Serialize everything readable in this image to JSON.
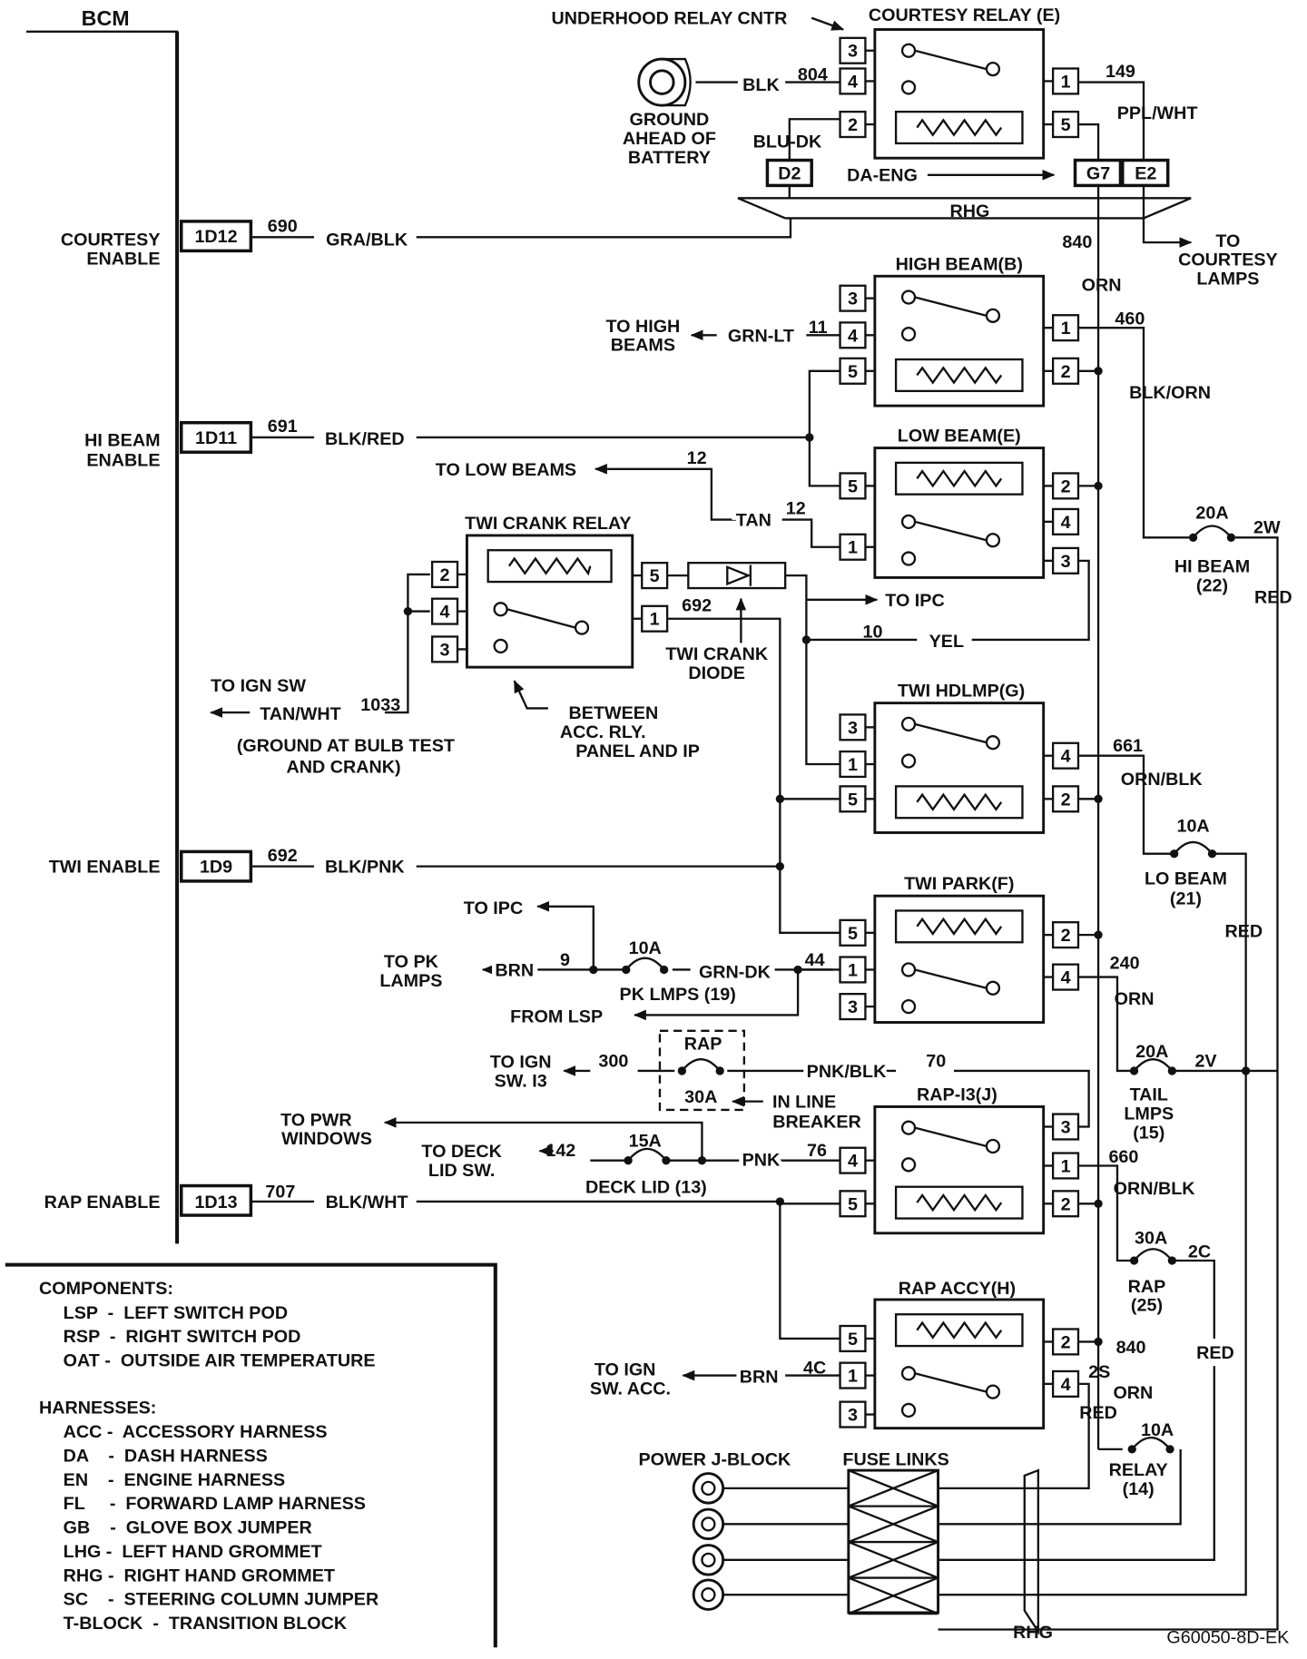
{
  "colors": {
    "ink": "#111111",
    "paper": "#ffffff"
  },
  "diagram_code": "G60050-8D-EK",
  "labels": {
    "bcm": "BCM",
    "underhood": "UNDERHOOD RELAY CNTR",
    "gnd1": "GROUND",
    "gnd2": "AHEAD OF",
    "gnd3": "BATTERY",
    "blk": "BLK",
    "c804": "804",
    "bludk": "BLU-DK",
    "d2": "D2",
    "daeng": "DA-ENG",
    "g7": "G7",
    "e2": "E2",
    "c149": "149",
    "pplwht": "PPL/WHT",
    "rhg_top": "RHG",
    "c840a": "840",
    "orn_a": "ORN",
    "to1": "TO",
    "to2": "COURTESY",
    "to3": "LAMPS",
    "cour1": "COURTESY",
    "cour2": "ENABLE",
    "c1d12": "1D12",
    "c690": "690",
    "grablk": "GRA/BLK",
    "tohigh1": "TO HIGH",
    "tohigh2": "BEAMS",
    "grnlt": "GRN-LT",
    "c11": "11",
    "c460": "460",
    "blkorn": "BLK/ORN",
    "hibeam1": "HI BEAM",
    "hibeam2": "ENABLE",
    "c1d11": "1D11",
    "c691": "691",
    "blkred": "BLK/RED",
    "tolow": "TO LOW BEAMS",
    "c12a": "12",
    "tan": "TAN",
    "c12b": "12",
    "f20a_1": "20A",
    "c2w": "2W",
    "hbfuse1": "HI BEAM",
    "hbfuse2": "(22)",
    "red1": "RED",
    "c692a": "692",
    "toipc1": "TO IPC",
    "c10": "10",
    "yel": "YEL",
    "diode1": "TWI CRANK",
    "diode2": "DIODE",
    "toign1": "TO IGN SW",
    "tanwht": "TAN/WHT",
    "c1033": "1033",
    "between1": "BETWEEN",
    "between2": "ACC. RLY.",
    "between3": "PANEL AND IP",
    "gndbulb1": "(GROUND AT BULB TEST",
    "gndbulb2": "AND CRANK)",
    "c661": "661",
    "ornblk1": "ORN/BLK",
    "f10a_1": "10A",
    "lobeam1": "LO BEAM",
    "lobeam2": "(21)",
    "red2": "RED",
    "twien": "TWI ENABLE",
    "c1d9": "1D9",
    "c692b": "692",
    "blkpnk": "BLK/PNK",
    "toipc2": "TO IPC",
    "topk1": "TO PK",
    "topk2": "LAMPS",
    "brn1": "BRN",
    "c9": "9",
    "f10a_2": "10A",
    "grndk": "GRN-DK",
    "c44": "44",
    "pklmps": "PK LMPS (19)",
    "fromlsp": "FROM LSP",
    "c240": "240",
    "orn_b": "ORN",
    "f20a_2": "20A",
    "c2v": "2V",
    "tail1": "TAIL",
    "tail2": "LMPS",
    "tail3": "(15)",
    "rap": "RAP",
    "f30a_1": "30A",
    "toign2a": "TO IGN",
    "toign2b": "SW. I3",
    "c300": "300",
    "pnkblk": "PNK/BLK",
    "c70": "70",
    "inline1": "IN LINE",
    "inline2": "BREAKER",
    "topwr1": "TO PWR",
    "topwr2": "WINDOWS",
    "todeck1": "TO DECK",
    "todeck2": "LID SW.",
    "c142": "142",
    "f15a": "15A",
    "pnk": "PNK",
    "c76": "76",
    "decklid": "DECK LID (13)",
    "c660": "660",
    "ornblk2": "ORN/BLK",
    "rapen": "RAP ENABLE",
    "c1d13": "1D13",
    "c707": "707",
    "blkwht": "BLK/WHT",
    "f30a_2": "30A",
    "c2c": "2C",
    "rapf1": "RAP",
    "rapf2": "(25)",
    "red3": "RED",
    "c840b": "840",
    "c2s": "2S",
    "orn_c": "ORN",
    "red4": "RED",
    "f10a_3": "10A",
    "relayf1": "RELAY",
    "relayf2": "(14)",
    "toign3a": "TO IGN",
    "toign3b": "SW. ACC.",
    "brn2": "BRN",
    "c4c": "4C",
    "pjblock": "POWER J-BLOCK",
    "fuselinks": "FUSE LINKS",
    "rhg_bot": "RHG"
  },
  "relays": [
    {
      "title": "COURTESY RELAY (E)",
      "pins": [
        "3",
        "4",
        "2",
        "1",
        "5"
      ]
    },
    {
      "title": "HIGH BEAM(B)",
      "pins": [
        "3",
        "4",
        "5",
        "1",
        "2"
      ]
    },
    {
      "title": "LOW BEAM(E)",
      "pins": [
        "5",
        "1",
        "2",
        "4",
        "3"
      ]
    },
    {
      "title": "TWI CRANK RELAY",
      "pins": [
        "2",
        "4",
        "3",
        "5",
        "1"
      ]
    },
    {
      "title": "TWI HDLMP(G)",
      "pins": [
        "3",
        "1",
        "5",
        "4",
        "2"
      ]
    },
    {
      "title": "TWI PARK(F)",
      "pins": [
        "5",
        "1",
        "3",
        "2",
        "4"
      ]
    },
    {
      "title": "RAP-I3(J)",
      "pins": [
        "4",
        "5",
        "3",
        "1",
        "2"
      ]
    },
    {
      "title": "RAP ACCY(H)",
      "pins": [
        "5",
        "1",
        "3",
        "2",
        "4"
      ]
    }
  ],
  "legend": {
    "components_title": "COMPONENTS:",
    "components": [
      "LSP  -  LEFT SWITCH POD",
      "RSP  -  RIGHT SWITCH POD",
      "OAT -  OUTSIDE AIR TEMPERATURE"
    ],
    "harnesses_title": "HARNESSES:",
    "harnesses": [
      "ACC -  ACCESSORY HARNESS",
      "DA    -  DASH HARNESS",
      "EN    -  ENGINE HARNESS",
      "FL     -  FORWARD LAMP HARNESS",
      "GB    -  GLOVE BOX JUMPER",
      "LHG -  LEFT HAND GROMMET",
      "RHG -  RIGHT HAND GROMMET",
      "SC    -  STEERING COLUMN JUMPER",
      "T-BLOCK  -  TRANSITION BLOCK"
    ]
  }
}
